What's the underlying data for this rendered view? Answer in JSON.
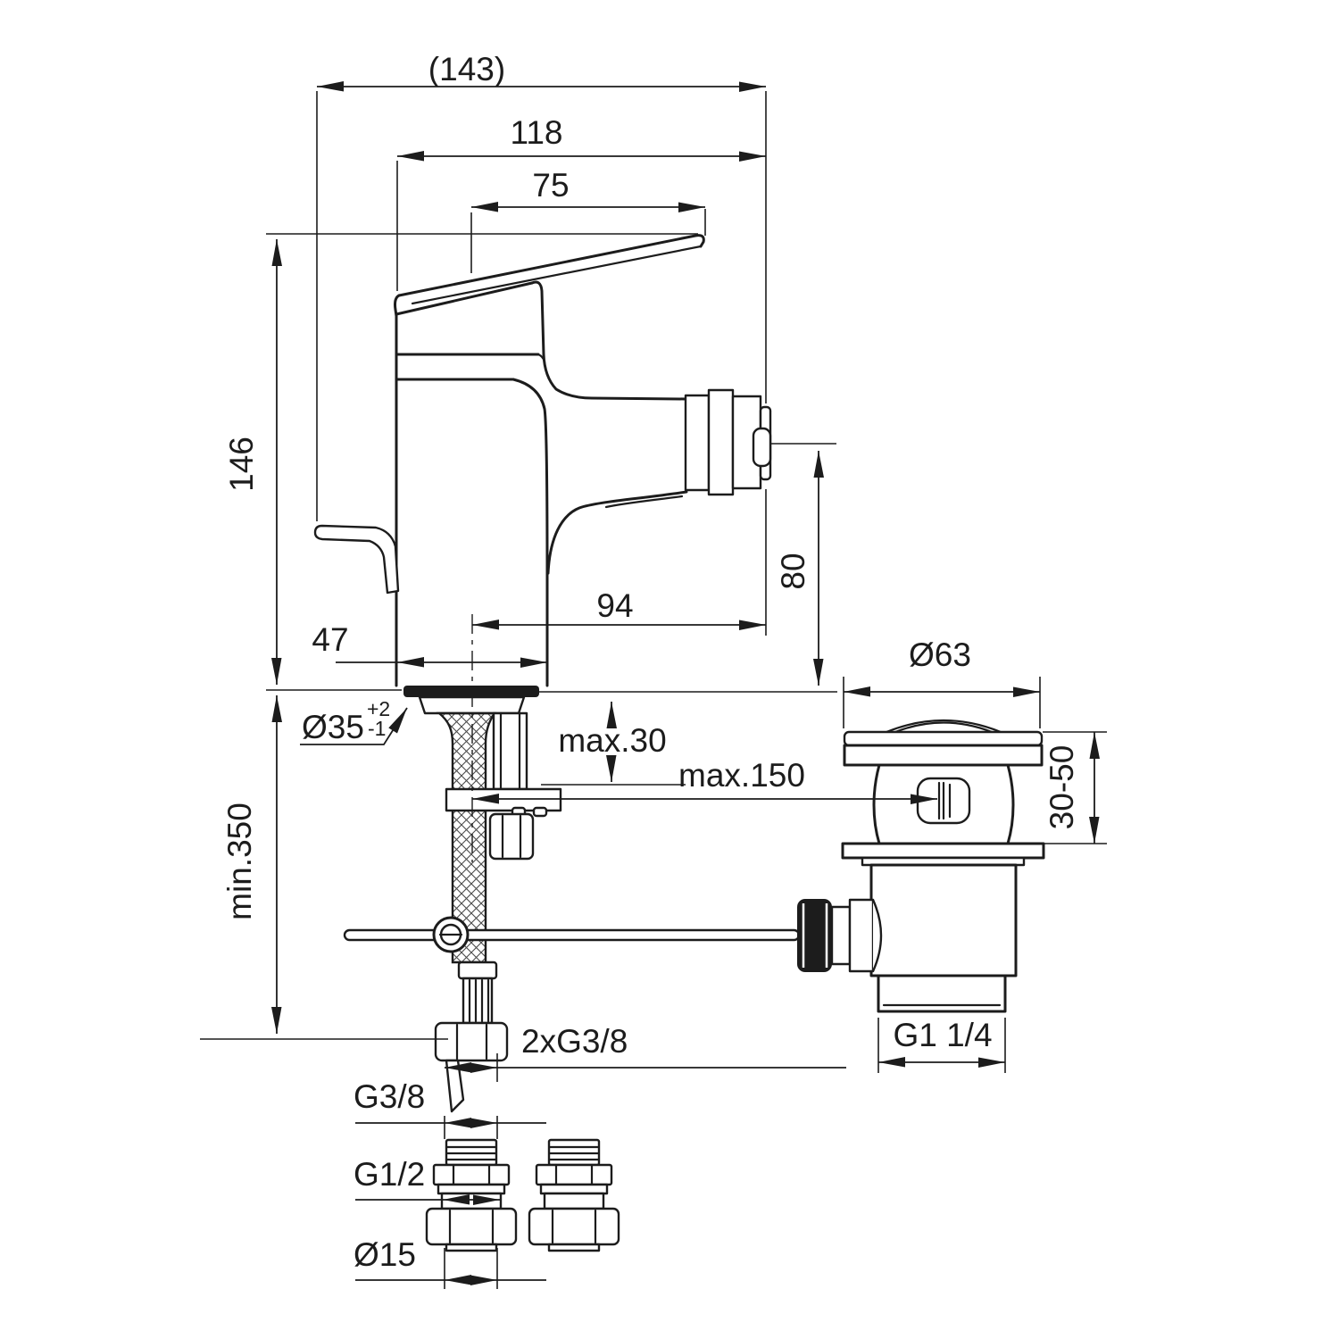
{
  "dims": {
    "overall": "(143)",
    "width118": "118",
    "width75": "75",
    "height146": "146",
    "min350": "min.350",
    "width47": "47",
    "width94": "94",
    "height80": "80",
    "hole": "Ø35",
    "holeTolPlus": "+2",
    "holeTolMinus": "-1",
    "deckMax": "max.30",
    "rodMax": "max.150",
    "drainDia": "Ø63",
    "drainRange": "30-50",
    "drainThread": "G1 1/4",
    "supplyThread": "2xG3/8",
    "adapterTop": "G3/8",
    "adapterMid": "G1/2",
    "pipeDia": "Ø15"
  }
}
